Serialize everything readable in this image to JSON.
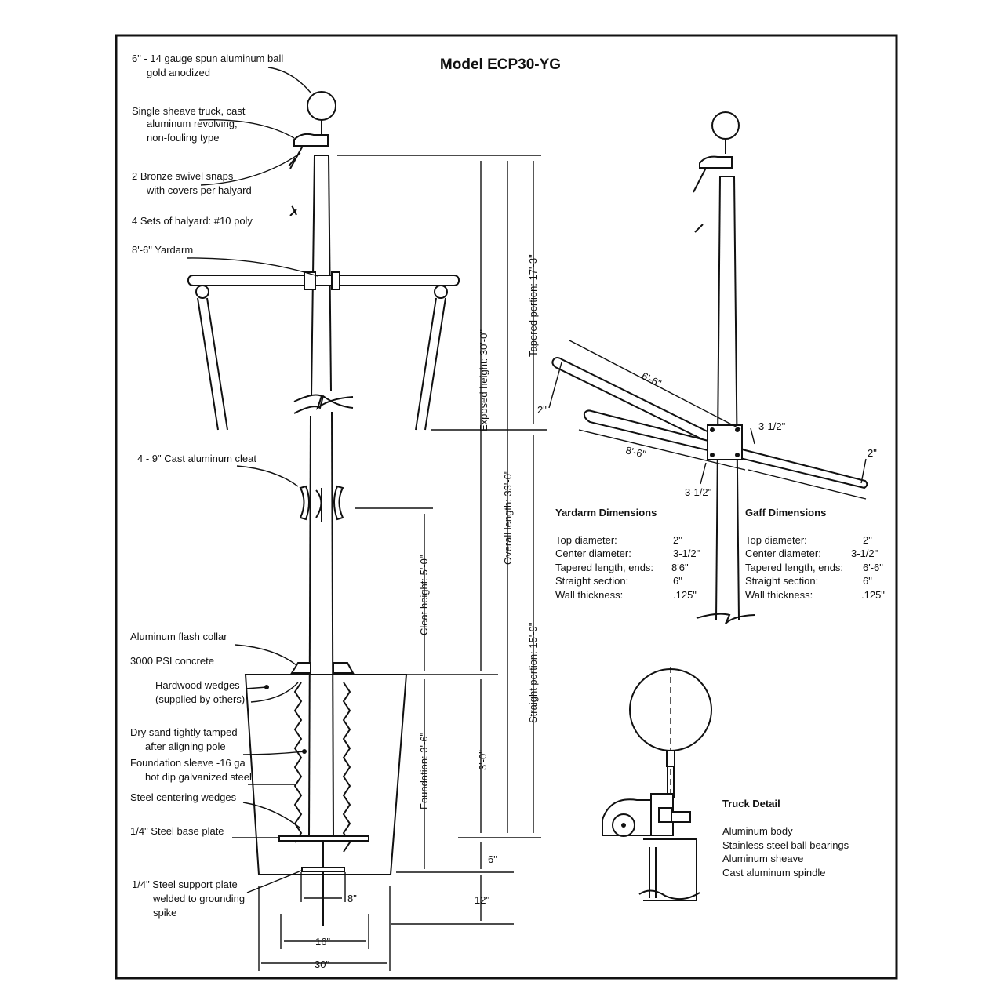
{
  "title": "Model  ECP30-YG",
  "callouts": {
    "ball": [
      "6\" - 14 gauge spun aluminum ball",
      "gold anodized"
    ],
    "truck": [
      "Single sheave truck, cast",
      "aluminum revolving,",
      "non-fouling type"
    ],
    "snaps": [
      "2  Bronze swivel snaps",
      "with covers per halyard"
    ],
    "halyard": "4  Sets of halyard:  #10 poly",
    "yardarm": "8'-6\" Yardarm",
    "cleat": "4 - 9\" Cast aluminum cleat",
    "collar": "Aluminum flash collar",
    "concrete": "3000 PSI concrete",
    "wedges": [
      "Hardwood wedges",
      "(supplied by others)"
    ],
    "sand": [
      "Dry sand tightly tamped",
      "after aligning pole"
    ],
    "sleeve": [
      "Foundation sleeve -16 ga",
      "hot dip galvanized steel"
    ],
    "centering": "Steel centering wedges",
    "baseplate": "1/4\" Steel base plate",
    "support": [
      "1/4\" Steel support plate",
      "welded to grounding",
      "spike"
    ]
  },
  "dimensions": {
    "exposed": "Exposed height:  30'-0\"",
    "overall": "Overall length:  33'-0\"",
    "tapered": "Tapered portion:  17'-3\"",
    "straight": "Straight portion:  15'-9\"",
    "cleat_height": "Cleat height:  5'-0\"",
    "foundation": "Foundation:  3'-6\"",
    "three": "3'-0\"",
    "six": "6\"",
    "twelve": "12\"",
    "eight": "8\"",
    "sixteen": "16\"",
    "thirty": "30\""
  },
  "yardarm_detail": {
    "gaff_len": "6'-6\"",
    "yard_len": "8'-6\"",
    "two_a": "2\"",
    "two_b": "2\"",
    "center_a": "3-1/2\"",
    "center_b": "3-1/2\""
  },
  "yardarm_table": {
    "heading": "Yardarm Dimensions",
    "rows": [
      {
        "label": "Top diameter:",
        "value": "2\""
      },
      {
        "label": "Center diameter:",
        "value": "3-1/2\""
      },
      {
        "label": "Tapered length, ends:",
        "value": "8'6\""
      },
      {
        "label": "Straight section:",
        "value": "6\""
      },
      {
        "label": "Wall thickness:",
        "value": ".125\""
      }
    ]
  },
  "gaff_table": {
    "heading": "Gaff Dimensions",
    "rows": [
      {
        "label": "Top diameter:",
        "value": "2\""
      },
      {
        "label": "Center diameter:",
        "value": "3-1/2\""
      },
      {
        "label": "Tapered length, ends:",
        "value": "6'-6\""
      },
      {
        "label": "Straight section:",
        "value": "6\""
      },
      {
        "label": "Wall thickness:",
        "value": ".125\""
      }
    ]
  },
  "truck_detail": {
    "heading": "Truck Detail",
    "items": [
      "Aluminum body",
      "Stainless steel ball bearings",
      "Aluminum sheave",
      "Cast aluminum spindle"
    ]
  }
}
